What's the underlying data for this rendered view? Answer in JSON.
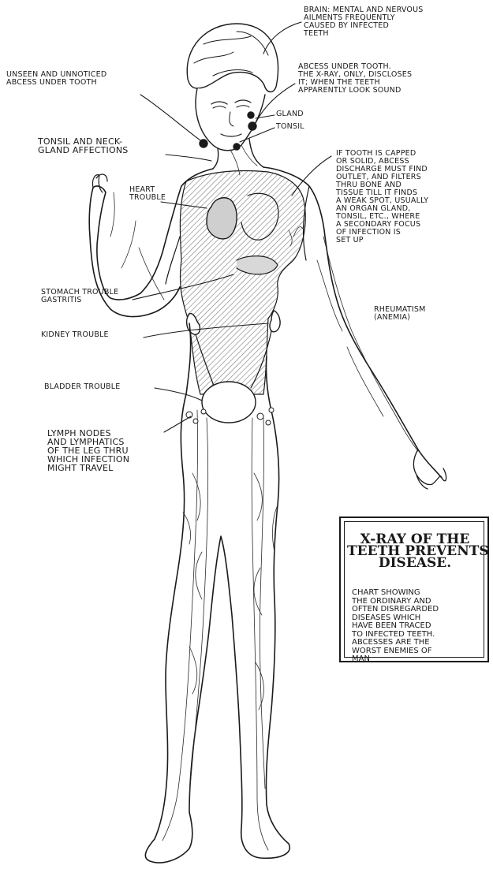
{
  "labels": {
    "brain": "BRAIN: MENTAL AND NERVOUS\nAILMENTS FREQUENTLY\nCAUSED BY INFECTED\nTEETH",
    "unseen": "UNSEEN AND UNNOTICED\nABCESS UNDER TOOTH",
    "abcess_xray": "ABCESS UNDER TOOTH.\nTHE X-RAY, ONLY, DISCLOSES\nIT; WHEN THE TEETH\nAPPARENTLY LOOK SOUND",
    "gland": "GLAND",
    "tonsil": "TONSIL",
    "tonsil_neck": "TONSIL AND NECK-\nGLAND AFFECTIONS",
    "capped": "IF TOOTH IS CAPPED\nOR SOLID, ABCESS\nDISCHARGE MUST FIND\nOUTLET, AND FILTERS\nTHRU BONE AND\nTISSUE TILL IT FINDS\nA WEAK SPOT, USUALLY\nAN ORGAN GLAND,\nTONSIL, ETC., WHERE\nA SECONDARY FOCUS\nOF INFECTION IS\nSET UP",
    "heart": "HEART\nTROUBLE",
    "rheumatism": "RHEUMATISM\n(ANEMIA)",
    "stomach": "STOMACH TROUBLE\nGASTRITIS",
    "kidney": "KIDNEY TROUBLE",
    "bladder": "BLADDER TROUBLE",
    "lymph": "LYMPH NODES\nAND LYMPHATICS\nOF THE LEG THRU\nWHICH INFECTION\nMIGHT TRAVEL"
  },
  "box": {
    "title": "X-RAY OF THE\nTEETH PREVENTS\nDISEASE.",
    "text": "CHART SHOWING\nTHE ORDINARY AND\nOFTEN DISREGARDED\nDISEASES WHICH\nHAVE BEEN TRACED\nTO INFECTED TEETH.\nABCESSES ARE THE\nWORST ENEMIES OF\nMAN"
  },
  "colors": {
    "ink": "#1a1a1a",
    "paper": "#ffffff",
    "shade": "#9a9a9a"
  }
}
